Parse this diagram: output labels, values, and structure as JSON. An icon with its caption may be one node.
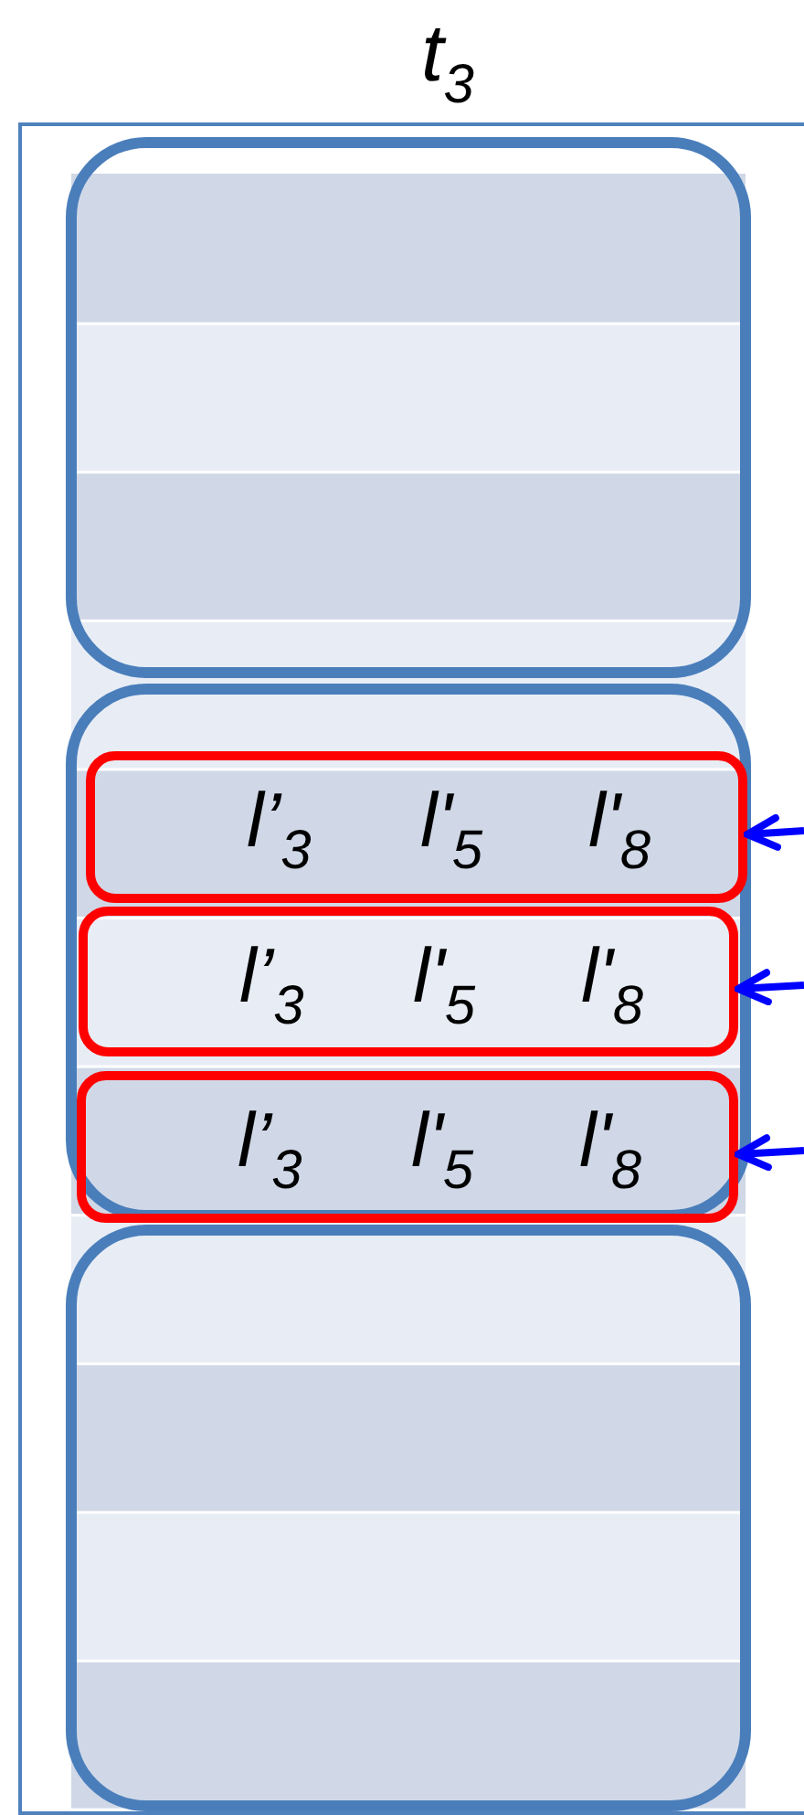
{
  "diagram": {
    "title": "t$_{3}$",
    "nodes": [
      {
        "text": [],
        "shape": "box"
      },
      {
        "text": [],
        "shape": "box",
        "in": 0
      },
      {
        "text": [],
        "shape": "box",
        "in": 0
      },
      {
        "text": [
          "l’$_{3}$",
          "l'$_{5}$",
          "l'$_{8}$"
        ],
        "in": 2
      },
      {
        "text": [
          "l’$_{3}$",
          "l'$_{5}$",
          "l'$_{8}$"
        ],
        "in": 2
      },
      {
        "text": [
          "l’$_{3}$",
          "l'$_{5}$",
          "l'$_{8}$"
        ],
        "in": 2
      },
      {
        "text": [],
        "shape": "box",
        "in": 0
      }
    ],
    "edges": [
      {
        "from": null,
        "to": 3,
        "arrow": "to",
        "color": "#0000ff"
      },
      {
        "from": null,
        "to": 4,
        "arrow": "to",
        "color": "#0000ff"
      },
      {
        "from": null,
        "to": 5,
        "arrow": "to",
        "color": "#0000ff"
      }
    ]
  }
}
